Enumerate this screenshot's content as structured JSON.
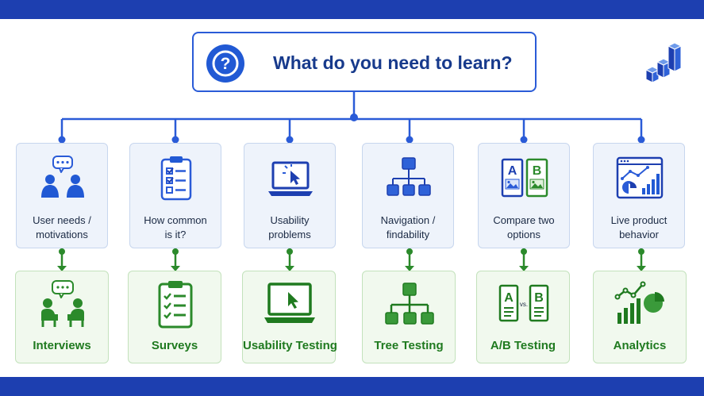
{
  "question": {
    "title": "What do you need to learn?",
    "icon": "question-mark-icon"
  },
  "brand": {
    "icon": "bar-chart-3d-logo"
  },
  "colors": {
    "band": "#1d3fb0",
    "blue_line": "#2a5bd7",
    "green_line": "#2b8a2b",
    "need_bg": "#eef3fb",
    "method_bg": "#f1f9ee",
    "method_text": "#1f7a1f"
  },
  "needs": [
    {
      "line1": "User needs /",
      "line2": "motivations",
      "icon": "chat-users-icon"
    },
    {
      "line1": "How common",
      "line2": "is it?",
      "icon": "checklist-clipboard-icon"
    },
    {
      "line1": "Usability",
      "line2": "problems",
      "icon": "laptop-cursor-icon"
    },
    {
      "line1": "Navigation /",
      "line2": "findability",
      "icon": "sitemap-icon"
    },
    {
      "line1": "Compare two",
      "line2": "options",
      "icon": "compare-ab-icon"
    },
    {
      "line1": "Live product",
      "line2": "behavior",
      "icon": "dashboard-charts-icon"
    }
  ],
  "methods": [
    {
      "label": "Interviews",
      "icon": "interview-icon"
    },
    {
      "label": "Surveys",
      "icon": "survey-clipboard-icon"
    },
    {
      "label": "Usability Testing",
      "icon": "monitor-cursor-icon"
    },
    {
      "label": "Tree Testing",
      "icon": "tree-diagram-icon"
    },
    {
      "label": "A/B Testing",
      "icon": "ab-test-icon",
      "vs": "vs."
    },
    {
      "label": "Analytics",
      "icon": "analytics-charts-icon"
    }
  ]
}
